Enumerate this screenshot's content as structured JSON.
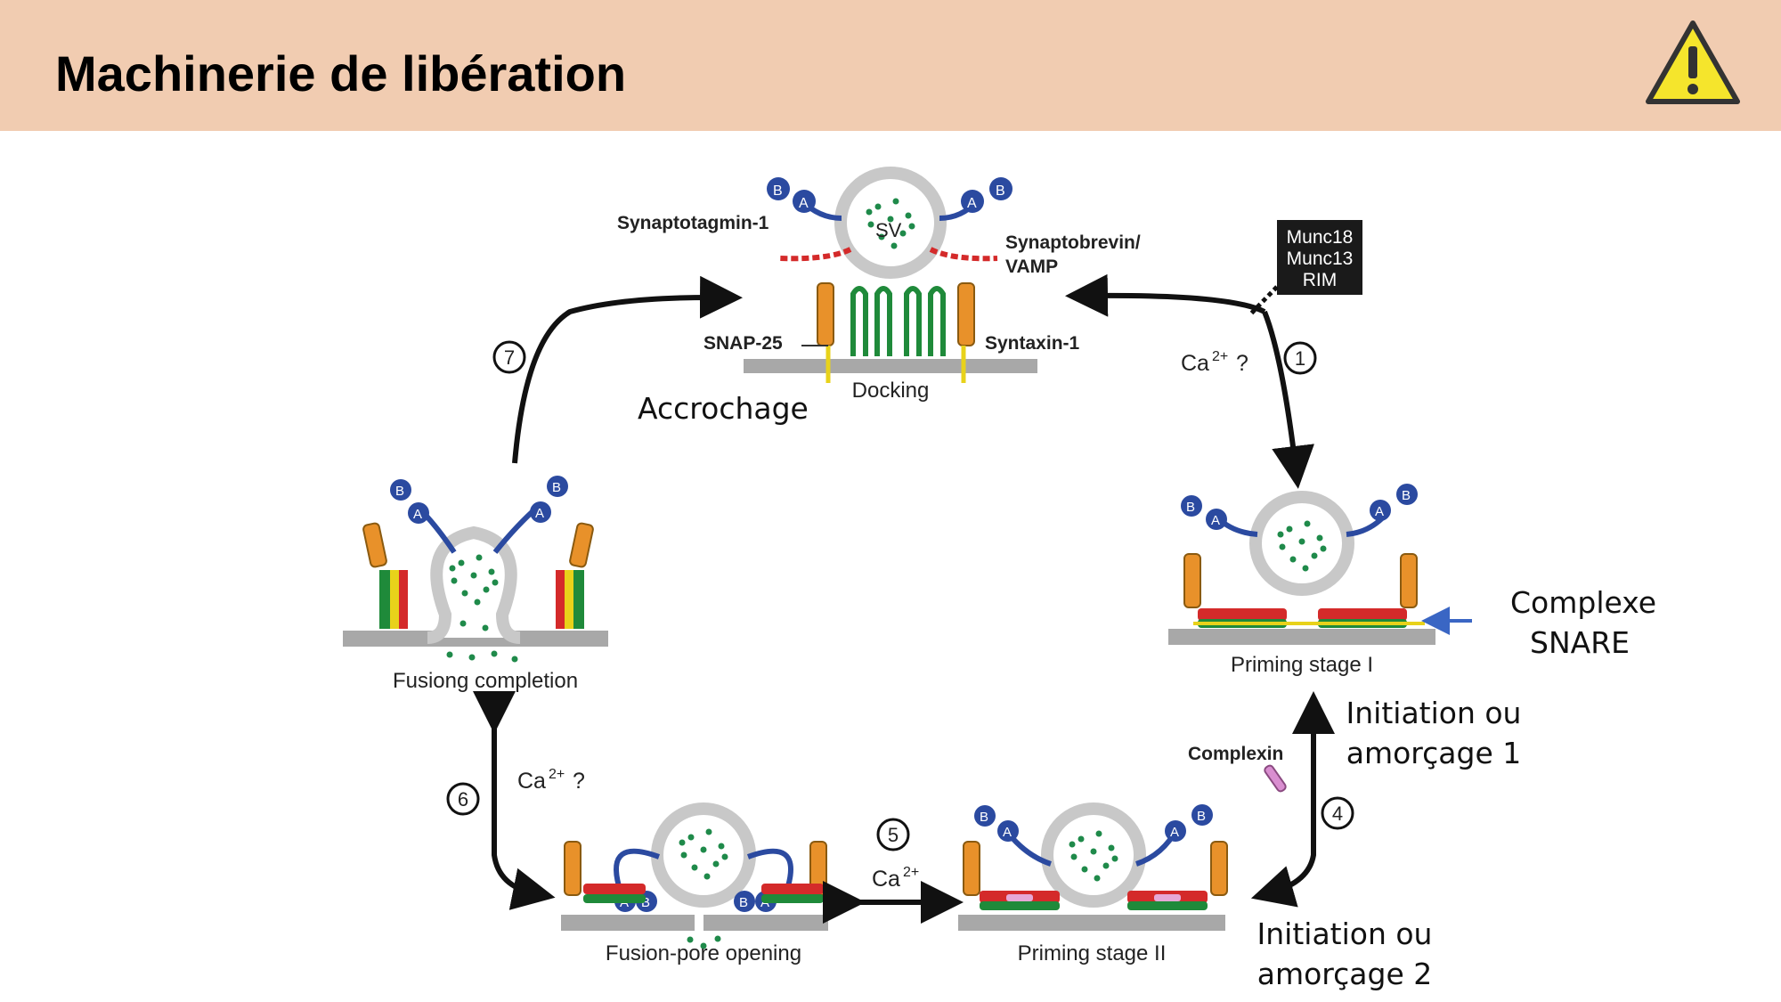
{
  "header": {
    "title": "Machinerie de libération",
    "bg": "#f1ccb1",
    "warning_icon": "warning-icon"
  },
  "states": {
    "docking": "Docking",
    "priming1": "Priming stage I",
    "priming2": "Priming stage II",
    "pore": "Fusion-pore opening",
    "completion": "Fusiong completion"
  },
  "proteins": {
    "synaptotagmin": "Synaptotagmin-1",
    "synaptobrevin_l1": "Synaptobrevin/",
    "synaptobrevin_l2": "VAMP",
    "snap25": "SNAP-25",
    "syntaxin": "Syntaxin-1",
    "sv": "SV",
    "complexin": "Complexin",
    "domain_a": "A",
    "domain_b": "B"
  },
  "munc_box": [
    "Munc18",
    "Munc13",
    "RIM"
  ],
  "steps": {
    "s1": "1",
    "s4": "4",
    "s5": "5",
    "s6": "6",
    "s7": "7"
  },
  "calcium": {
    "ca_q": "Ca",
    "ca": "Ca",
    "sup": "2+",
    "q": "?"
  },
  "annotations": {
    "accrochage": "Accrochage",
    "complexe_l1": "Complexe",
    "complexe_l2": "SNARE",
    "init1_l1": "Initiation ou",
    "init1_l2": "amorçage 1",
    "init2_l1": "Initiation  ou",
    "init2_l2": "amorçage 2"
  },
  "colors": {
    "vesicle_ring": "#c8c8c8",
    "synaptotagmin": "#2b4aa0",
    "snare_red": "#d42a2a",
    "snare_green": "#1f8a3a",
    "snare_yellow": "#e8d21a",
    "syntaxin_orange": "#e8912a",
    "membrane": "#a8a8a8",
    "arrow_blue": "#3a66c4"
  }
}
